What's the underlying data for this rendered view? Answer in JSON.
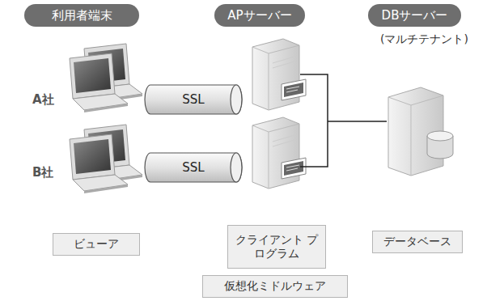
{
  "diagram": {
    "nodes": [
      {
        "text": [
          "利用者端末"
        ]
      },
      {
        "text": [
          "APサーバー"
        ]
      },
      {
        "text": [
          "DBサーバー"
        ]
      },
      {
        "text": [
          "SSL"
        ]
      },
      {
        "text": [
          "SSL"
        ]
      },
      {
        "text": [
          "ビューア"
        ]
      },
      {
        "text": [
          "クライアント プログラム"
        ]
      },
      {
        "text": [
          "データベース"
        ]
      },
      {
        "text": [
          "仮想化ミドルウェア"
        ]
      }
    ],
    "labels": [
      "(マルチテナント)",
      "A社",
      "B社"
    ]
  }
}
